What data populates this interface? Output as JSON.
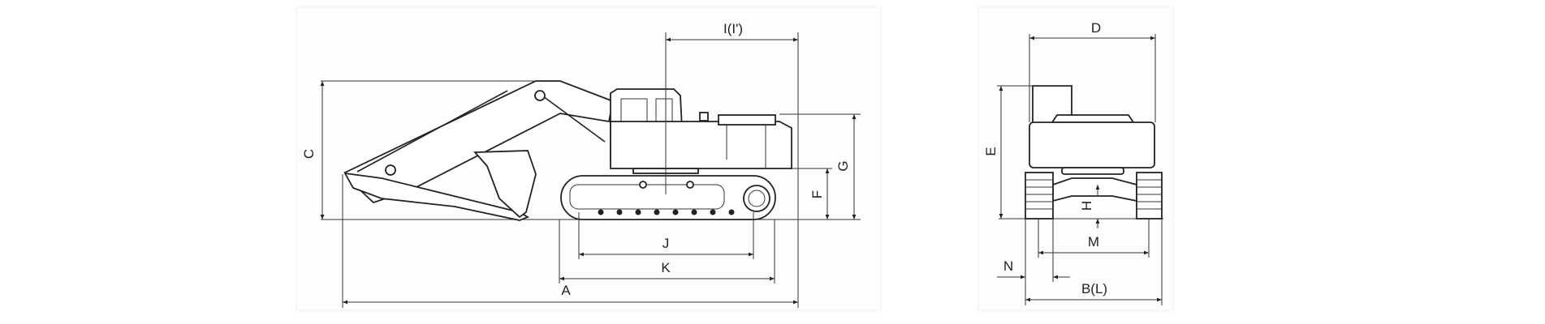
{
  "side_view": {
    "labels": {
      "A": "A",
      "C": "C",
      "F": "F",
      "G": "G",
      "I": "I(I')",
      "J": "J",
      "K": "K"
    }
  },
  "front_view": {
    "labels": {
      "D": "D",
      "E": "E",
      "H": "H",
      "M": "M",
      "N": "N",
      "B": "B(L)"
    }
  }
}
